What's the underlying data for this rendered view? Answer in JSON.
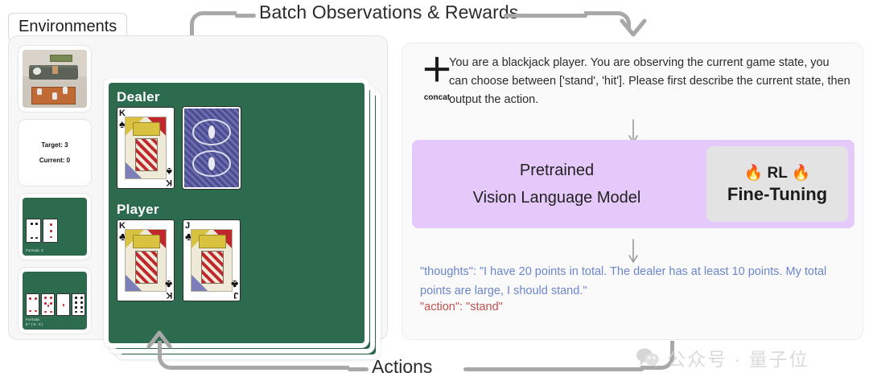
{
  "header": {
    "banner_title": "Batch Observations & Rewards",
    "environments_label": "Environments"
  },
  "footer": {
    "actions_title": "Actions"
  },
  "environments": {
    "thumbnails": [
      {
        "name": "room-scene",
        "caption": ""
      },
      {
        "name": "target-counter",
        "target_label": "Target: 3",
        "current_label": "Current: 0"
      },
      {
        "name": "two-card-formula",
        "caption": "Formula: 3"
      },
      {
        "name": "four-card-formula",
        "caption": "Formula:",
        "caption2": "8 * ( 9 - 3 )"
      }
    ],
    "table": {
      "dealer_label": "Dealer",
      "player_label": "Player",
      "dealer_cards": [
        {
          "rank": "K",
          "suit": "♠",
          "color": "black",
          "face_up": true
        },
        {
          "rank": "",
          "suit": "",
          "color": "",
          "face_up": false
        }
      ],
      "player_cards": [
        {
          "rank": "K",
          "suit": "♣",
          "color": "black",
          "face_up": true
        },
        {
          "rank": "J",
          "suit": "♣",
          "color": "black",
          "face_up": true
        }
      ]
    }
  },
  "pipeline": {
    "concat_glyph": "＋",
    "concat_label": "concat",
    "prompt": "You are a blackjack player. You are observing the current game state, you can choose between ['stand', 'hit']. Please first describe the current state, then output the action.",
    "model": {
      "line1": "Pretrained",
      "line2": "Vision Language Model",
      "rl_top": "🔥 RL 🔥",
      "rl_bottom": "Fine-Tuning"
    },
    "output": {
      "thoughts": "\"thoughts\": \"I have 20 points in total. The dealer has at least 10 points. My total points are large, I should stand.\"",
      "action": "\"action\": \"stand\""
    }
  },
  "watermark": {
    "text": "公众号 · 量子位"
  },
  "colors": {
    "arrow_gray": "#a8a8a8",
    "purple": "#e5c9fa",
    "rl_gray": "#e3e3e3",
    "felt_green": "#2d6b4f",
    "thoughts_blue": "#6b86cf",
    "action_red": "#c3504e",
    "panel_bg": "#f7f7f7"
  }
}
